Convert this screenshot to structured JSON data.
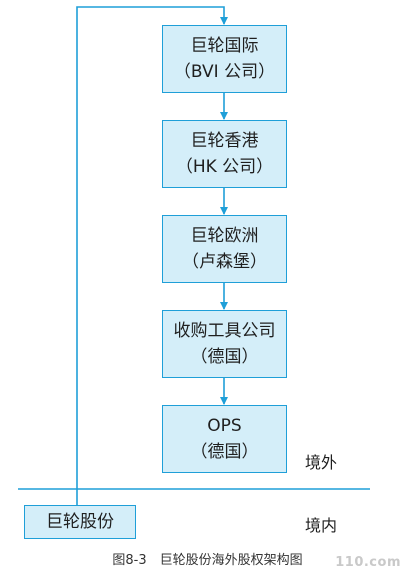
{
  "boxes": [
    {
      "line1": "巨轮国际",
      "line2": "（BVI 公司）"
    },
    {
      "line1": "巨轮香港",
      "line2": "（HK 公司）"
    },
    {
      "line1": "巨轮欧洲",
      "line2": "（卢森堡）"
    },
    {
      "line1": "收购工具公司",
      "line2": "（德国）"
    },
    {
      "line1": "OPS",
      "line2": "（德国）"
    }
  ],
  "parent_box": {
    "label": "巨轮股份"
  },
  "regions": {
    "overseas": "境外",
    "domestic": "境内"
  },
  "caption": "图8-3　巨轮股份海外股权架构图",
  "watermark": "110.com",
  "colors": {
    "line": "#1f9fd8",
    "box_fill": "#d4eef9"
  }
}
